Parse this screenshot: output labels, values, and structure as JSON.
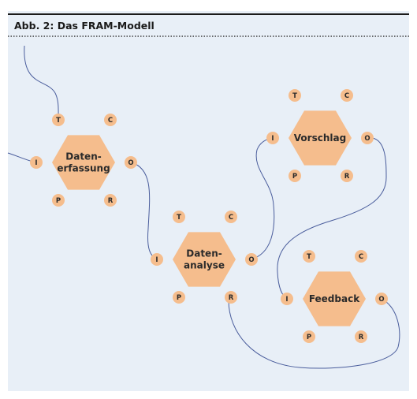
{
  "figure": {
    "title": "Abb. 2: Das FRAM-Modell"
  },
  "colors": {
    "panel": "#e8eff7",
    "hexagon": "#f5bd8d",
    "aspect_circle": "#f5bd8d",
    "connector": "#4a5d9c",
    "rule": "#1a1a1a"
  },
  "aspects": [
    "T",
    "C",
    "I",
    "O",
    "P",
    "R"
  ],
  "functions": [
    {
      "id": "datenerfassung",
      "lines": [
        "Daten-",
        "erfassung"
      ]
    },
    {
      "id": "datenanalyse",
      "lines": [
        "Daten-",
        "analyse"
      ]
    },
    {
      "id": "vorschlag",
      "lines": [
        "Vorschlag"
      ]
    },
    {
      "id": "feedback",
      "lines": [
        "Feedback"
      ]
    }
  ]
}
